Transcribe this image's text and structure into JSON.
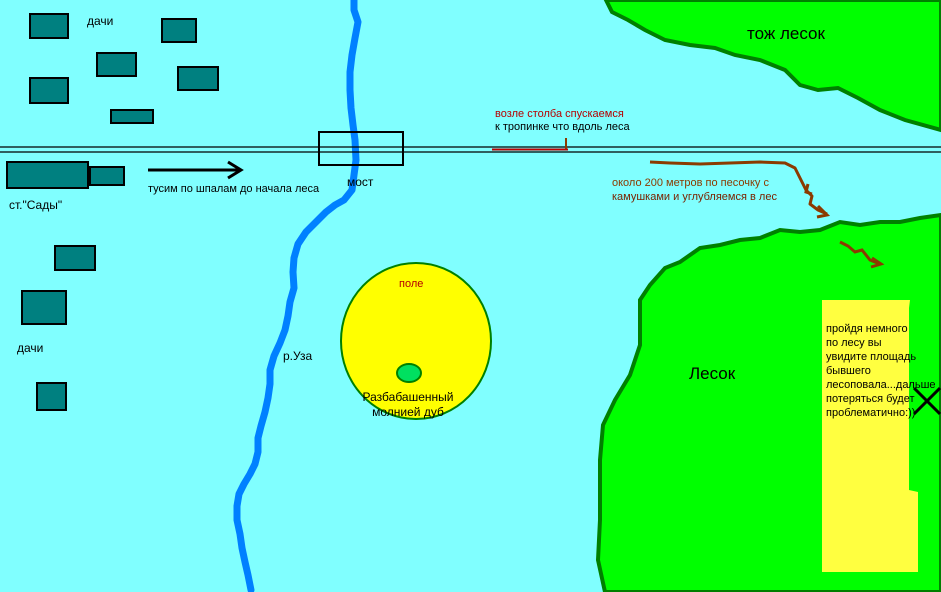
{
  "labels": {
    "dachi_top": "дачи",
    "dachi_bottom": "дачи",
    "station": "ст.\"Сады\"",
    "walk_sleepers": "тусим по шпалам до начала леса",
    "bridge": "мост",
    "pole_line1": "возле столба спускаемся",
    "pole_line2": "к тропинке что вдоль леса",
    "sand_line1": "около 200 метров по песочку с",
    "sand_line2": "камушками и углубляемся в лес",
    "forest_top": "тож лесок",
    "forest_main": "Лесок",
    "river": "р.Уза",
    "field": "поле",
    "oak_line1": "Разбабашенный",
    "oak_line2": "молнией дуб",
    "note": "пройдя немного по лесу вы увидите площадь бывшего лесоповала...дальше потеряться будет проблематично:))"
  },
  "icons": {
    "destination": "x-mark-icon",
    "direction": "arrow-right-icon"
  },
  "colors": {
    "water": "#80FFFF",
    "forest": "#00FF00",
    "forest_edge": "#008000",
    "river": "#0080FF",
    "field": "#FFFF00",
    "building": "#008080",
    "path": "#8B3A00"
  }
}
